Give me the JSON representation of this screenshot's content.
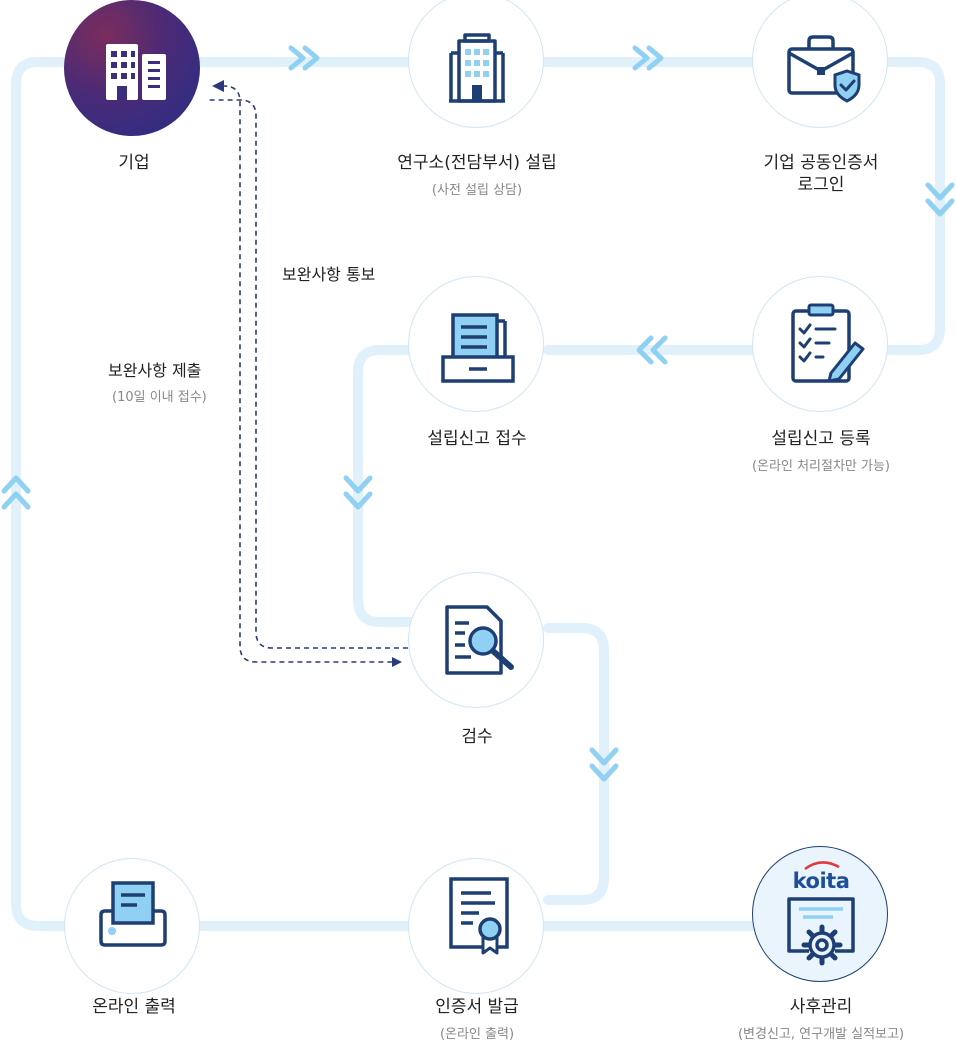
{
  "nodes": {
    "company": {
      "label": "기업"
    },
    "lab_setup": {
      "label": "연구소(전담부서) 설립",
      "sub": "(사전 설립 상담)"
    },
    "cert_login": {
      "label": "기업 공동인증서\n로그인"
    },
    "report_register": {
      "label": "설립신고 등록",
      "sub": "(온라인 처리절차만 가능)"
    },
    "report_receive": {
      "label": "설립신고 접수"
    },
    "review": {
      "label": "검수"
    },
    "certificate": {
      "label": "인증서 발급",
      "sub": "(온라인 출력)"
    },
    "online_print": {
      "label": "온라인 출력"
    },
    "aftercare": {
      "label": "사후관리",
      "sub": "(변경신고, 연구개발 실적보고)",
      "logo": "koita"
    }
  },
  "feedback": {
    "notice": {
      "label": "보완사항 통보"
    },
    "submit": {
      "label": "보완사항 제출",
      "sub": "(10일 이내 접수)"
    }
  },
  "colors": {
    "flow_line": "#e1f1fb",
    "chevron": "#8fd0f3",
    "icon": "#1e3f74",
    "icon_fill": "#c9e7f8",
    "dash": "#2a3a7a"
  },
  "icons": {
    "company": "building-icon",
    "lab_setup": "office-tower-icon",
    "cert_login": "briefcase-shield-icon",
    "report_register": "clipboard-checklist-icon",
    "report_receive": "document-tray-icon",
    "review": "document-search-icon",
    "certificate": "certificate-ribbon-icon",
    "online_print": "printer-icon",
    "aftercare": "gear-document-icon"
  }
}
